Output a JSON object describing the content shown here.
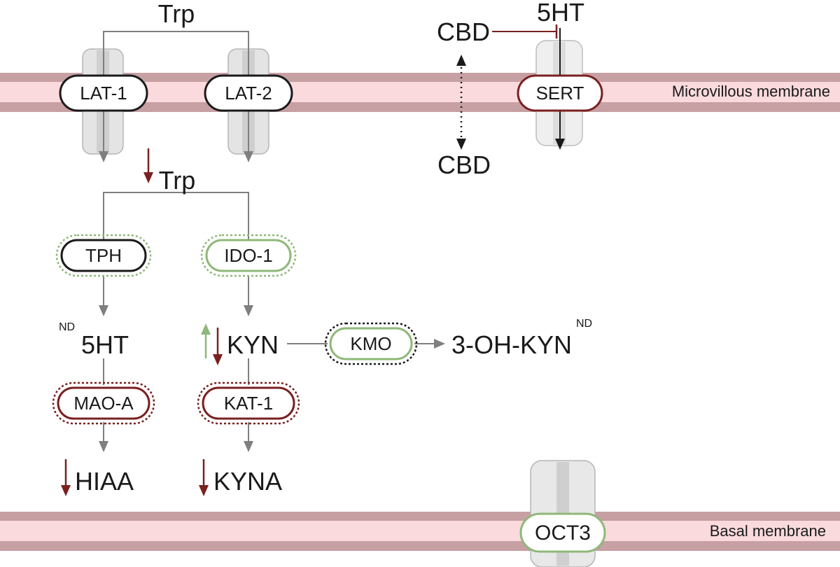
{
  "colors": {
    "membrane_outer": "#c7a0a3",
    "membrane_inner": "#fadadd",
    "dark_red": "#7a2020",
    "green": "#8fb878",
    "black": "#1a1a1a",
    "gray_arrow": "#7f7f7f"
  },
  "membranes": {
    "apical": "Microvillous membrane",
    "basal": "Basal membrane"
  },
  "metabolites": {
    "trp_outside": "Trp",
    "trp_inside": "Trp",
    "serotonin_outside": "5HT",
    "cbd_outside": "CBD",
    "cbd_inside": "CBD",
    "serotonin": "5HT",
    "serotonin_mark": "ND",
    "kynurenine": "KYN",
    "hydroxykynurenine": "3-OH-KYN",
    "hydroxykynurenine_mark": "ND",
    "hiaa": "HIAA",
    "kyna": "KYNA"
  },
  "proteins": {
    "lat1": "LAT-1",
    "lat2": "LAT-2",
    "sert": "SERT",
    "tph": "TPH",
    "ido1": "IDO-1",
    "kmo": "KMO",
    "maoa": "MAO-A",
    "kat1": "KAT-1",
    "oct3": "OCT3"
  }
}
